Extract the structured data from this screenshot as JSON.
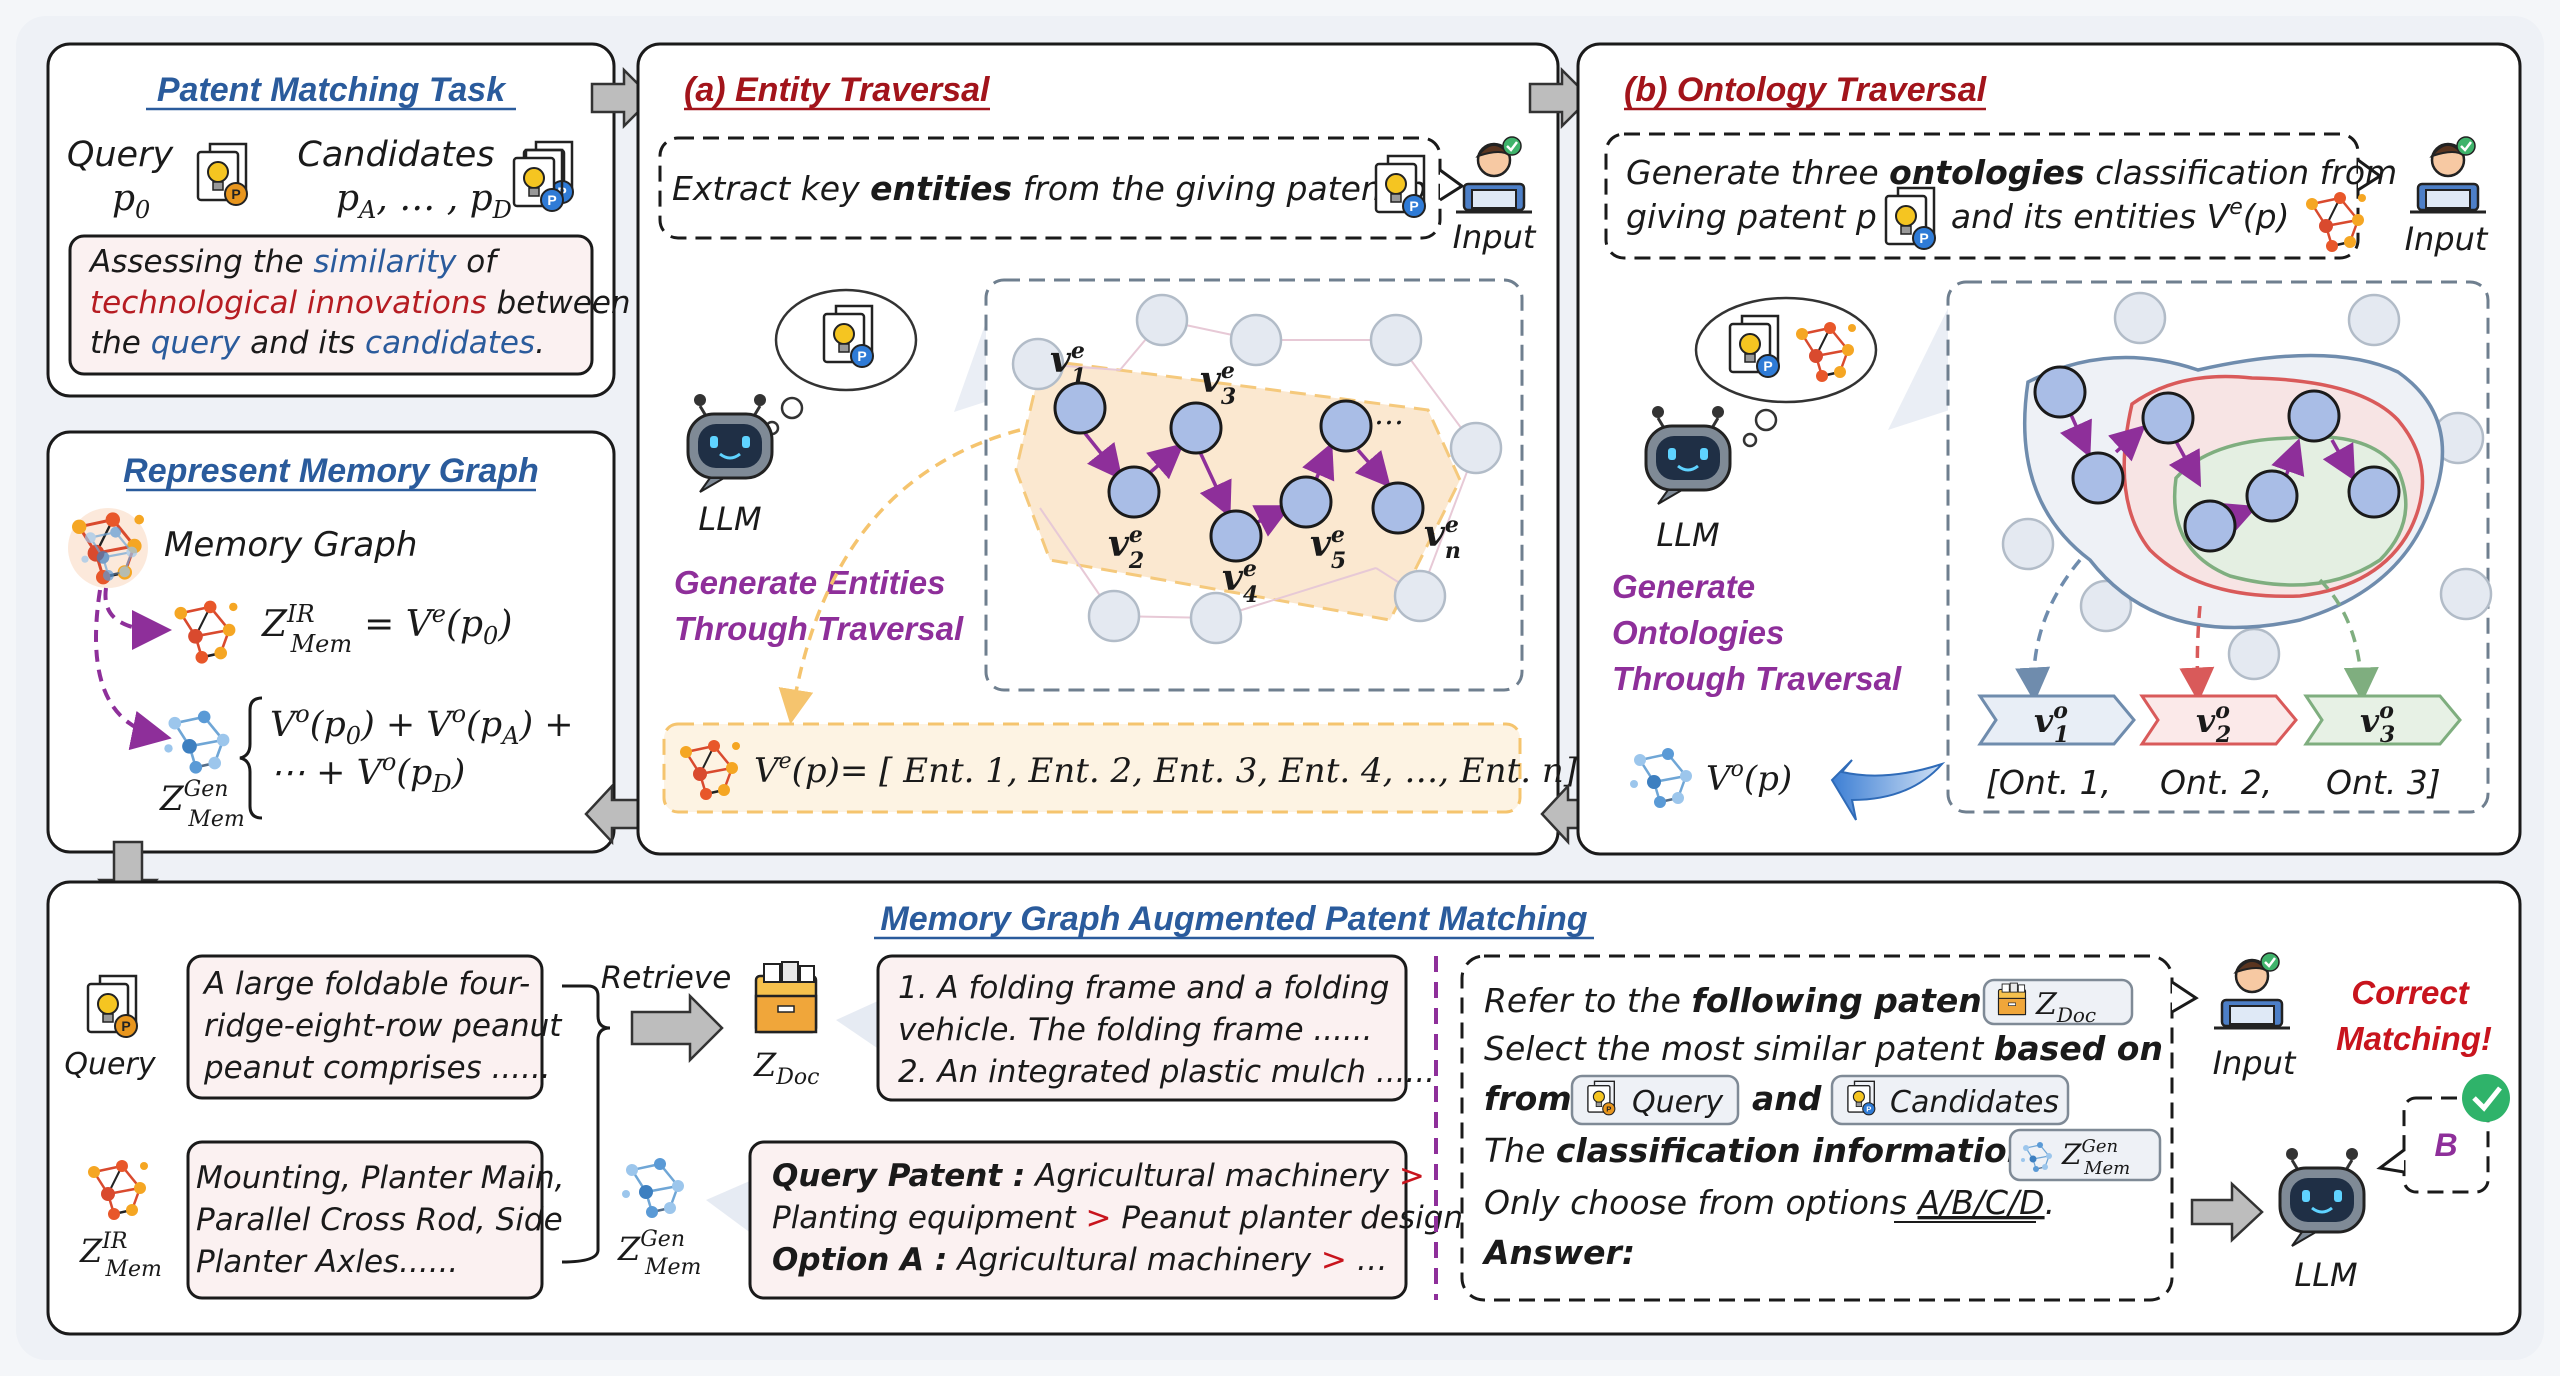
{
  "panels": {
    "task": {
      "title": "Patent Matching Task",
      "query_label": "Query",
      "query_var": "p",
      "query_sub": "0",
      "candidates_label": "Candidates",
      "candidates_var": "p",
      "candidates_sub_a": "A",
      "candidates_mid": ", … , p",
      "candidates_sub_d": "D",
      "desc_part1": "Assessing the ",
      "desc_similarity": "similarity",
      "desc_part2": " of",
      "desc_tech": "technological innovations",
      "desc_between": " between",
      "desc_the": "the ",
      "desc_query": "query",
      "desc_and": " and its ",
      "desc_candidates": "candidates",
      "desc_end": "."
    },
    "entity": {
      "title": "(a) Entity Traversal",
      "prompt_pre": "Extract key ",
      "prompt_bold": "entities",
      "prompt_post": " from the giving patent p",
      "input_label": "Input",
      "llm_label": "LLM",
      "gen_line1": "Generate Entities",
      "gen_line2": "Through Traversal",
      "nodes": [
        "v",
        "v",
        "v",
        "v",
        "v",
        "v"
      ],
      "node_subs": [
        "1",
        "2",
        "3",
        "4",
        "5",
        "n"
      ],
      "node_sup": "e",
      "ellipsis": "…",
      "result_lhs": "V",
      "result_sup": "e",
      "result_rest": "(p)= [ Ent. 1, Ent. 2, Ent. 3, Ent. 4, …, Ent. n]"
    },
    "ontology": {
      "title": "(b) Ontology Traversal",
      "prompt_l1_pre": "Generate three ",
      "prompt_l1_bold": "ontologies",
      "prompt_l1_post": " classification from",
      "prompt_l2_pre": "giving patent p",
      "prompt_l2_mid": "and  its entities V",
      "prompt_l2_sup": "e",
      "prompt_l2_post": "(p)",
      "input_label": "Input",
      "llm_label": "LLM",
      "gen_line1": "Generate",
      "gen_line2": "Ontologies",
      "gen_line3": "Through Traversal",
      "tags": [
        "v",
        "v",
        "v"
      ],
      "tag_subs": [
        "1",
        "2",
        "3"
      ],
      "tag_sup": "o",
      "ont_labels": [
        "[Ont. 1,",
        "Ont. 2,",
        "Ont. 3]"
      ],
      "result": "V",
      "result_sup": "o",
      "result_post": "(p)"
    },
    "memory": {
      "title": "Represent Memory Graph",
      "graph_label": "Memory Graph",
      "z": "Z",
      "ir_sup": "IR",
      "mem_sub": "Mem",
      "ir_eq": "= V",
      "ir_eq_sup": "e",
      "ir_eq_post": "(p",
      "ir_eq_sub": "0",
      "ir_close": ")",
      "gen_sup": "Gen",
      "gen_line1": "V°(p₀) + V°(p_A) +",
      "gen_line1_a": "V",
      "gen_line1_b": "(p",
      "gen_line1_c": "0",
      "gen_line1_d": ") + V",
      "gen_line1_e": "(p",
      "gen_line1_f": "A",
      "gen_line1_g": ") +",
      "gen_line2_a": "⋯ + V",
      "gen_line2_b": "(p",
      "gen_line2_c": "D",
      "gen_line2_d": ")",
      "o_sup": "o"
    },
    "bottom": {
      "title": "Memory Graph Augmented Patent Matching",
      "query_label": "Query",
      "query_text": [
        "A large foldable four-",
        "ridge-eight-row peanut",
        "peanut comprises ......"
      ],
      "retrieve": "Retrieve",
      "zdoc": "Z",
      "zdoc_sub": "Doc",
      "doc_text": [
        "1. A folding frame and a folding",
        "vehicle. The folding frame ......",
        "2. An integrated plastic mulch ......"
      ],
      "ir_text": [
        "Mounting, Planter Main,",
        "Parallel Cross Rod, Side",
        "Planter Axles......"
      ],
      "zir_sup": "IR",
      "zmem_sub": "Mem",
      "zgen_sup": "Gen",
      "gen_l1_bold": "Query Patent :",
      "gen_l1": " Agricultural machinery ",
      "gen_l2": "Planting equipment ",
      "gen_l2b": " Peanut planter design",
      "gen_l3_bold": "Option A :",
      "gen_l3": " Agricultural machinery ",
      "gen_l3_end": " …",
      "gt": ">",
      "p1_pre": "Refer to the ",
      "p1_bold": "following patents:",
      "p2_pre": "Select the most similar patent ",
      "p2_bold": "based on",
      "p3_bold": "from",
      "p3_query": "Query",
      "p3_and": "and",
      "p3_cand": "Candidates",
      "p4_pre": "The ",
      "p4_bold": "classification information is:",
      "p5": "Only choose from options ",
      "p5_u": "A/B/C/D",
      "p5_end": ".",
      "p6_bold": "Answer:",
      "input_label": "Input",
      "llm_label": "LLM",
      "correct_l1": "Correct",
      "correct_l2": "Matching!",
      "answer": "B"
    }
  },
  "colors": {
    "accent_blue": "#2a5b9c",
    "accent_red": "#a2141b",
    "purple": "#8e2f9a",
    "node_fill": "#a9bde6",
    "orange_region": "#fbe6cb",
    "pink_box": "#fbf1f1"
  }
}
